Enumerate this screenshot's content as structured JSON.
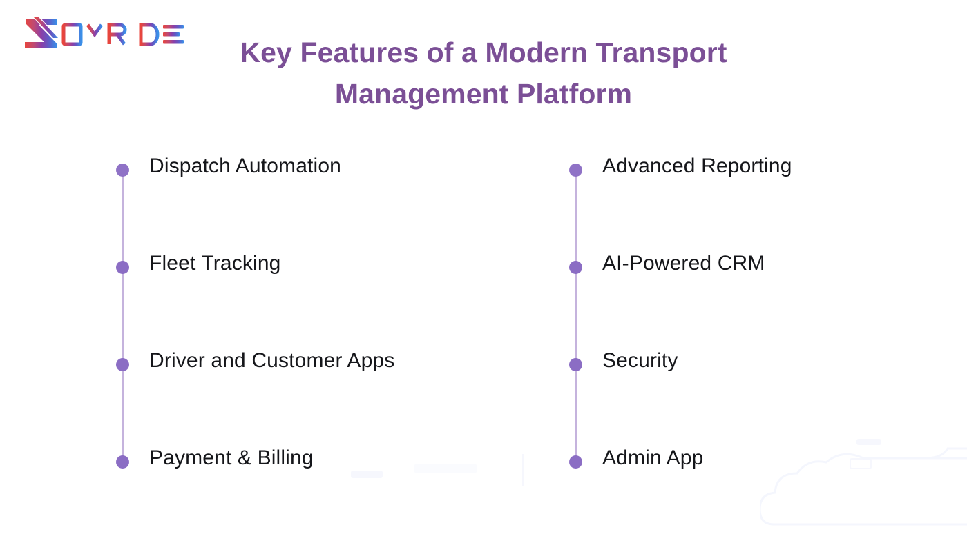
{
  "brand": {
    "logo_text": "ZOYRIDE",
    "logo_letters": [
      "Z",
      "O",
      "Y",
      "R",
      "I",
      "D",
      "E"
    ],
    "gradient_start": "#e8453c",
    "gradient_mid": "#8b3fa8",
    "gradient_end": "#3b8fe8"
  },
  "header": {
    "title_line1": "Key Features of a Modern Transport",
    "title_line2": "Management Platform",
    "title_color": "#7b4f96"
  },
  "theme": {
    "background": "#ffffff",
    "dot_color": "#8b6dc4",
    "rail_color": "#c5b3dd",
    "item_text_color": "#15161a",
    "watermark_color": "#f6f7fd"
  },
  "columns": [
    {
      "id": "left-timeline",
      "items": [
        {
          "label": "Dispatch Automation",
          "marker": "bullet-dot"
        },
        {
          "label": "Fleet Tracking",
          "marker": "bullet-dot"
        },
        {
          "label": "Driver and Customer Apps",
          "marker": "bullet-dot"
        },
        {
          "label": "Payment & Billing",
          "marker": "bullet-dot"
        }
      ]
    },
    {
      "id": "right-timeline",
      "items": [
        {
          "label": "Advanced Reporting",
          "marker": "bullet-dot"
        },
        {
          "label": "AI-Powered CRM",
          "marker": "bullet-dot"
        },
        {
          "label": "Security",
          "marker": "bullet-dot"
        },
        {
          "label": "Admin App",
          "marker": "bullet-dot"
        }
      ]
    }
  ]
}
